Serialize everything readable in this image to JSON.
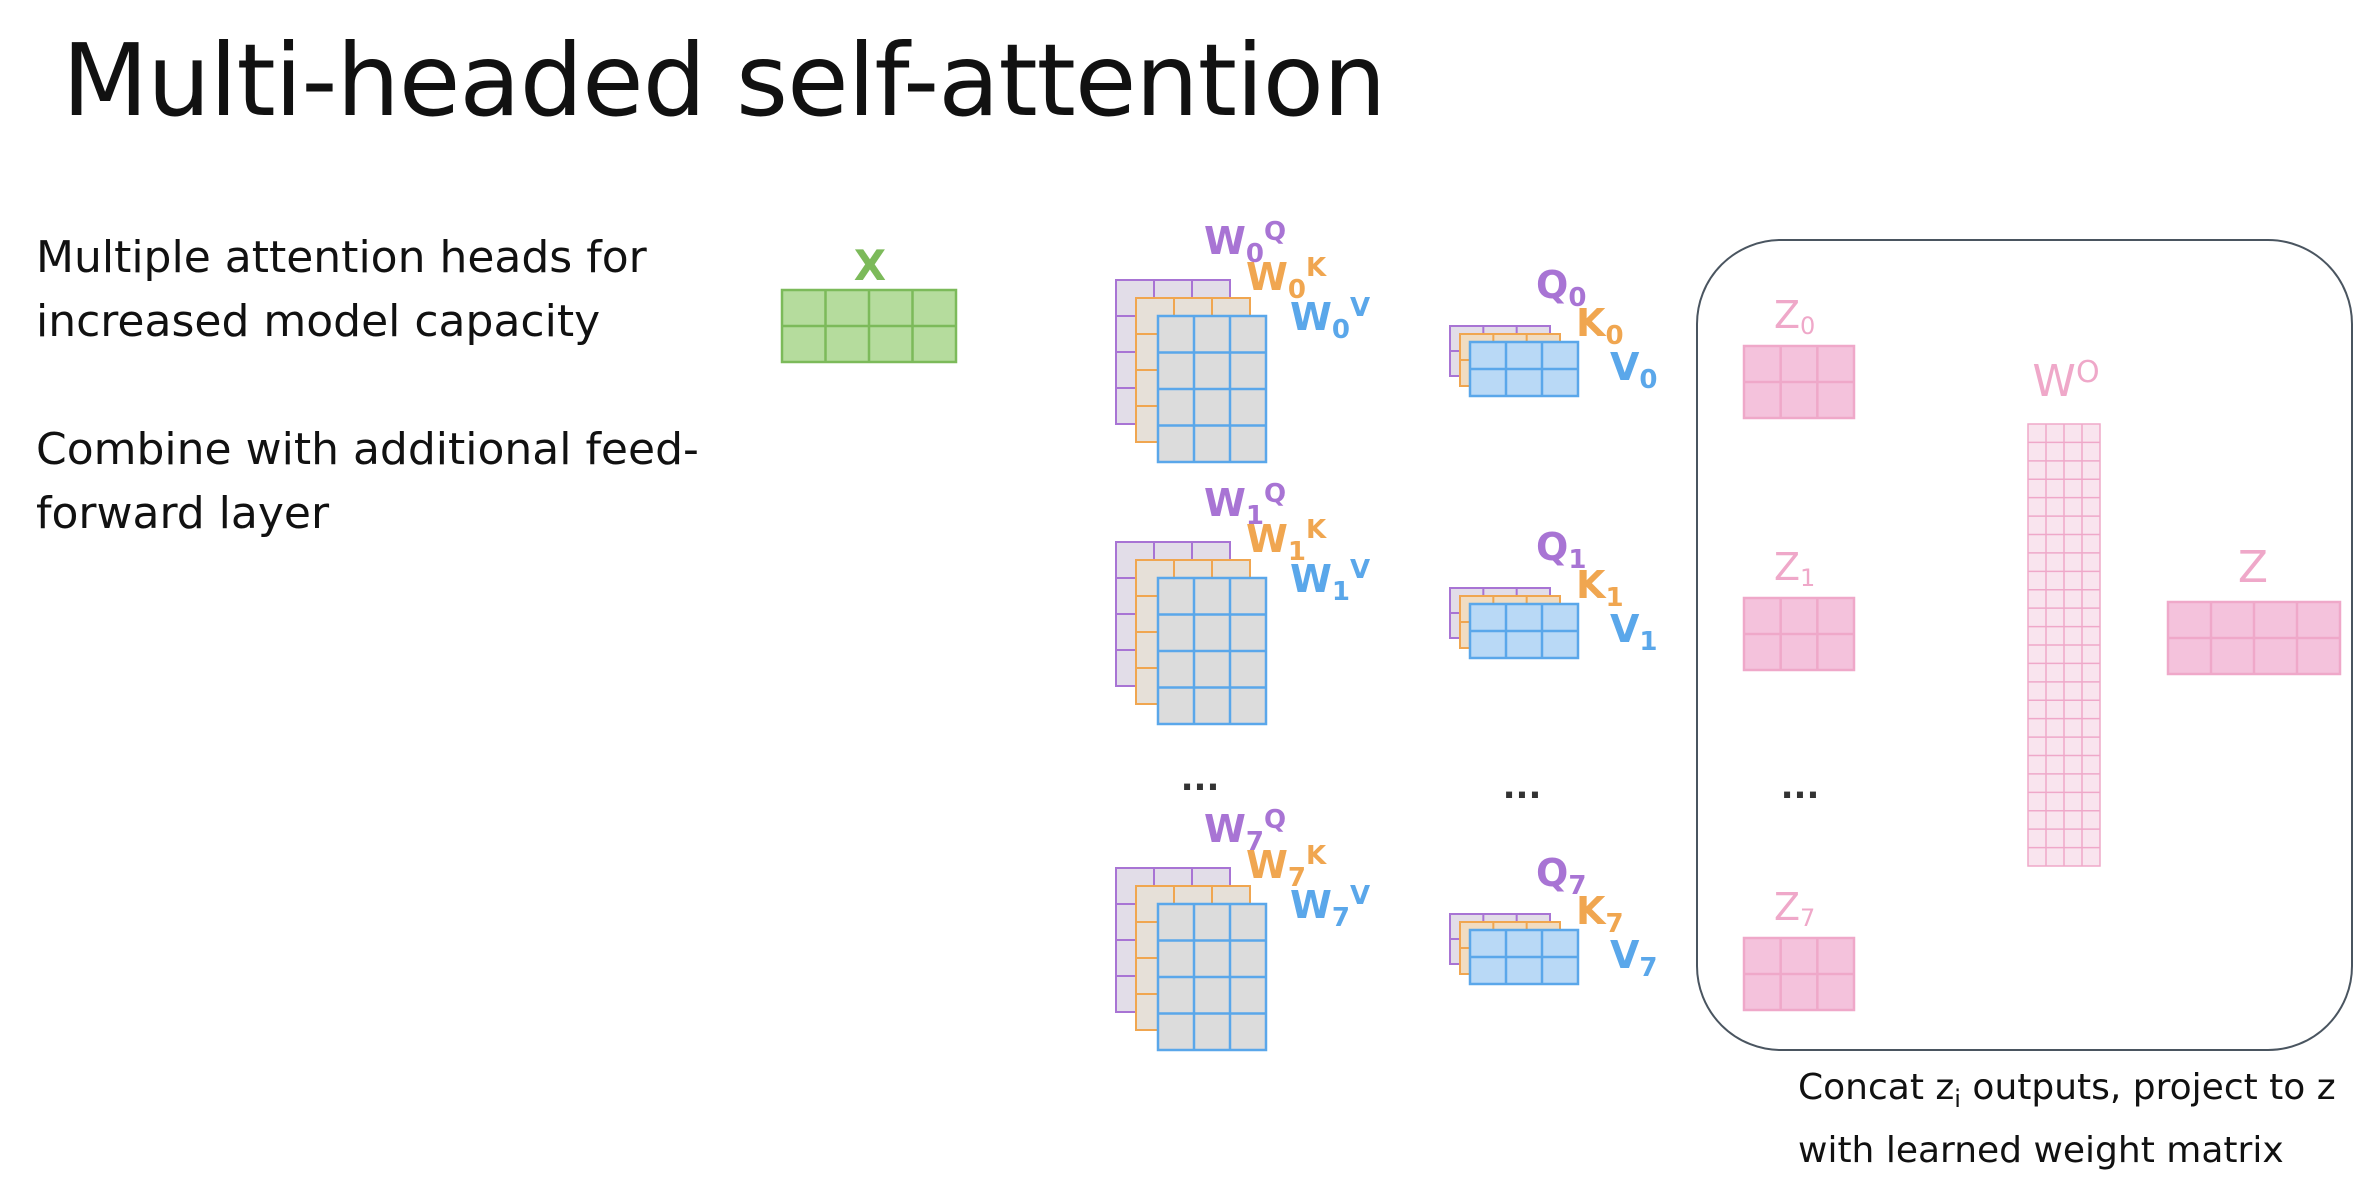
{
  "slide": {
    "title": "Multi-headed self-attention",
    "bullets": [
      {
        "lines": [
          "Multiple attention heads for",
          "increased model capacity"
        ]
      },
      {
        "lines": [
          "Combine with additional feed-",
          "forward layer"
        ]
      }
    ],
    "caption": {
      "line1_before": "Concat z",
      "line1_sub": "i",
      "line1_after": " outputs, project to z",
      "line2": "with learned weight matrix"
    }
  },
  "diagram": {
    "colors": {
      "green": "#7cba5a",
      "purple": "#a874d4",
      "orange": "#f0a650",
      "blue": "#5aa7ea",
      "pink": "#efa8c9",
      "gray_fill": "#dcdcdc",
      "frame": "#4a5560"
    },
    "x_label": "X",
    "ellipsis": "...",
    "heads": [
      {
        "index": "0",
        "wq": "W",
        "wk": "W",
        "wv": "W",
        "q": "Q",
        "k": "K",
        "v": "V",
        "z": "Z"
      },
      {
        "index": "1",
        "wq": "W",
        "wk": "W",
        "wv": "W",
        "q": "Q",
        "k": "K",
        "v": "V",
        "z": "Z"
      },
      {
        "index": "7",
        "wq": "W",
        "wk": "W",
        "wv": "W",
        "q": "Q",
        "k": "K",
        "v": "V",
        "z": "Z"
      }
    ],
    "wq_sup": "Q",
    "wk_sup": "K",
    "wv_sup": "V",
    "wo_label": "W",
    "wo_sup": "O",
    "z_label": "Z"
  }
}
